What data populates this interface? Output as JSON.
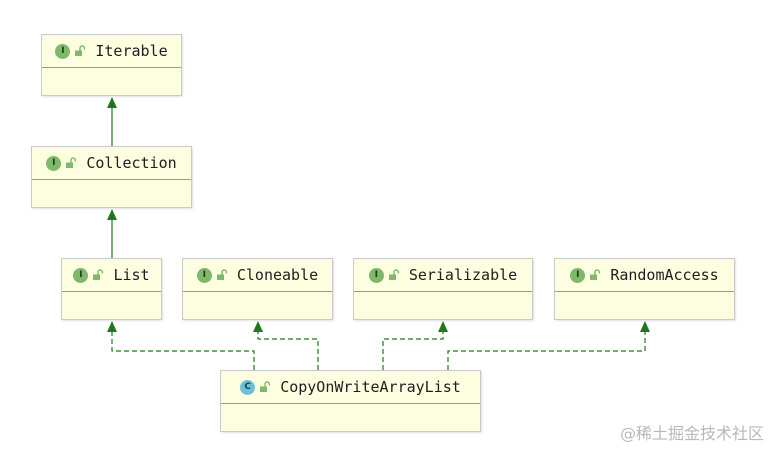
{
  "diagram": {
    "nodes": [
      {
        "id": "iterable",
        "kind": "interface",
        "badge": "I",
        "label": "Iterable"
      },
      {
        "id": "collection",
        "kind": "interface",
        "badge": "I",
        "label": "Collection"
      },
      {
        "id": "list",
        "kind": "interface",
        "badge": "I",
        "label": "List"
      },
      {
        "id": "cloneable",
        "kind": "interface",
        "badge": "I",
        "label": "Cloneable"
      },
      {
        "id": "serializable",
        "kind": "interface",
        "badge": "I",
        "label": "Serializable"
      },
      {
        "id": "randomaccess",
        "kind": "interface",
        "badge": "I",
        "label": "RandomAccess"
      },
      {
        "id": "copyonwrite",
        "kind": "class",
        "badge": "C",
        "label": "CopyOnWriteArrayList"
      }
    ],
    "edges": [
      {
        "from": "collection",
        "to": "iterable",
        "type": "extends"
      },
      {
        "from": "list",
        "to": "collection",
        "type": "extends"
      },
      {
        "from": "copyonwrite",
        "to": "list",
        "type": "implements"
      },
      {
        "from": "copyonwrite",
        "to": "cloneable",
        "type": "implements"
      },
      {
        "from": "copyonwrite",
        "to": "serializable",
        "type": "implements"
      },
      {
        "from": "copyonwrite",
        "to": "randomaccess",
        "type": "implements"
      }
    ],
    "colors": {
      "edge": "#1f7a1f",
      "node_fill": "#fdfde0",
      "interface_badge": "#7fb86a",
      "class_badge": "#6cc1d6"
    }
  },
  "watermark": "@稀土掘金技术社区"
}
